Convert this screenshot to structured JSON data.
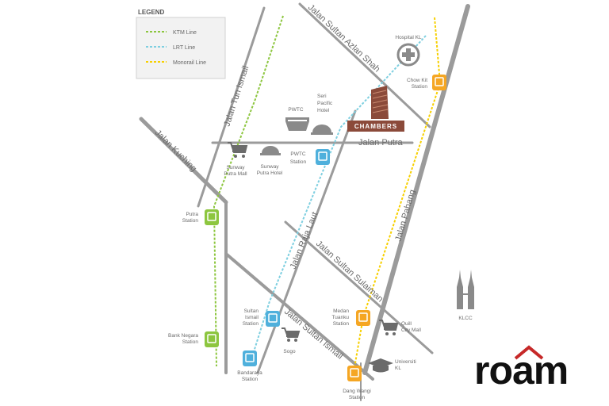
{
  "legend": {
    "title": "LEGEND",
    "items": [
      {
        "label": "KTM Line",
        "color": "#8dc63f"
      },
      {
        "label": "LRT Line",
        "color": "#7ecfe0"
      },
      {
        "label": "Monorail Line",
        "color": "#f7d000"
      }
    ]
  },
  "roads": {
    "jalan_tun_ismail": "Jalan Tun Ismail",
    "jalan_sultan_azlan_shah": "Jalan Sultan Azlan Shah",
    "jalan_putra": "Jalan Putra",
    "jalan_kuching": "Jalan Kuching",
    "jalan_raja_laut": "Jalan Raja Laut",
    "jalan_pahang": "Jalan Pahang",
    "jalan_sultan_sulaiman": "Jalan Sultan Sulaiman",
    "jalan_sultan_ismail": "Jalan Sultan Ismail"
  },
  "stations": {
    "putra": [
      "Putra",
      "Station"
    ],
    "bank_negara": [
      "Bank Negara",
      "Station"
    ],
    "pwtc": [
      "PWTC",
      "Station"
    ],
    "sultan_ismail": [
      "Sultan",
      "Ismail",
      "Station"
    ],
    "bandaraya": [
      "Bandaraya",
      "Station"
    ],
    "chow_kit": [
      "Chow Kit",
      "Station"
    ],
    "medan_tuanku": [
      "Medan",
      "Tuanku",
      "Station"
    ],
    "dang_wangi": [
      "Dang Wangi",
      "Station"
    ]
  },
  "landmarks": {
    "hospital": "Hospital KL",
    "pwtc": "PWTC",
    "seri_pacific": [
      "Seri",
      "Pacific",
      "Hotel"
    ],
    "sunway_mall": [
      "Sunway",
      "Putra Mall"
    ],
    "sunway_hotel": [
      "Sunway",
      "Putra Hotel"
    ],
    "sogo": "Sogo",
    "quill": [
      "Quill",
      "City Mall"
    ],
    "universiti": [
      "Universiti",
      "KL"
    ],
    "klcc": "KLCC",
    "chambers": "CHAMBERS"
  },
  "colors": {
    "ktm": "#8dc63f",
    "lrt": "#7ecfe0",
    "monorail": "#f7d000",
    "station_green": "#8dc63f",
    "station_blue": "#4fb0dc",
    "station_orange": "#f5a623",
    "road": "#9b9b9b",
    "chambers": "#8b4a3a"
  },
  "brand": {
    "name": "roam"
  }
}
